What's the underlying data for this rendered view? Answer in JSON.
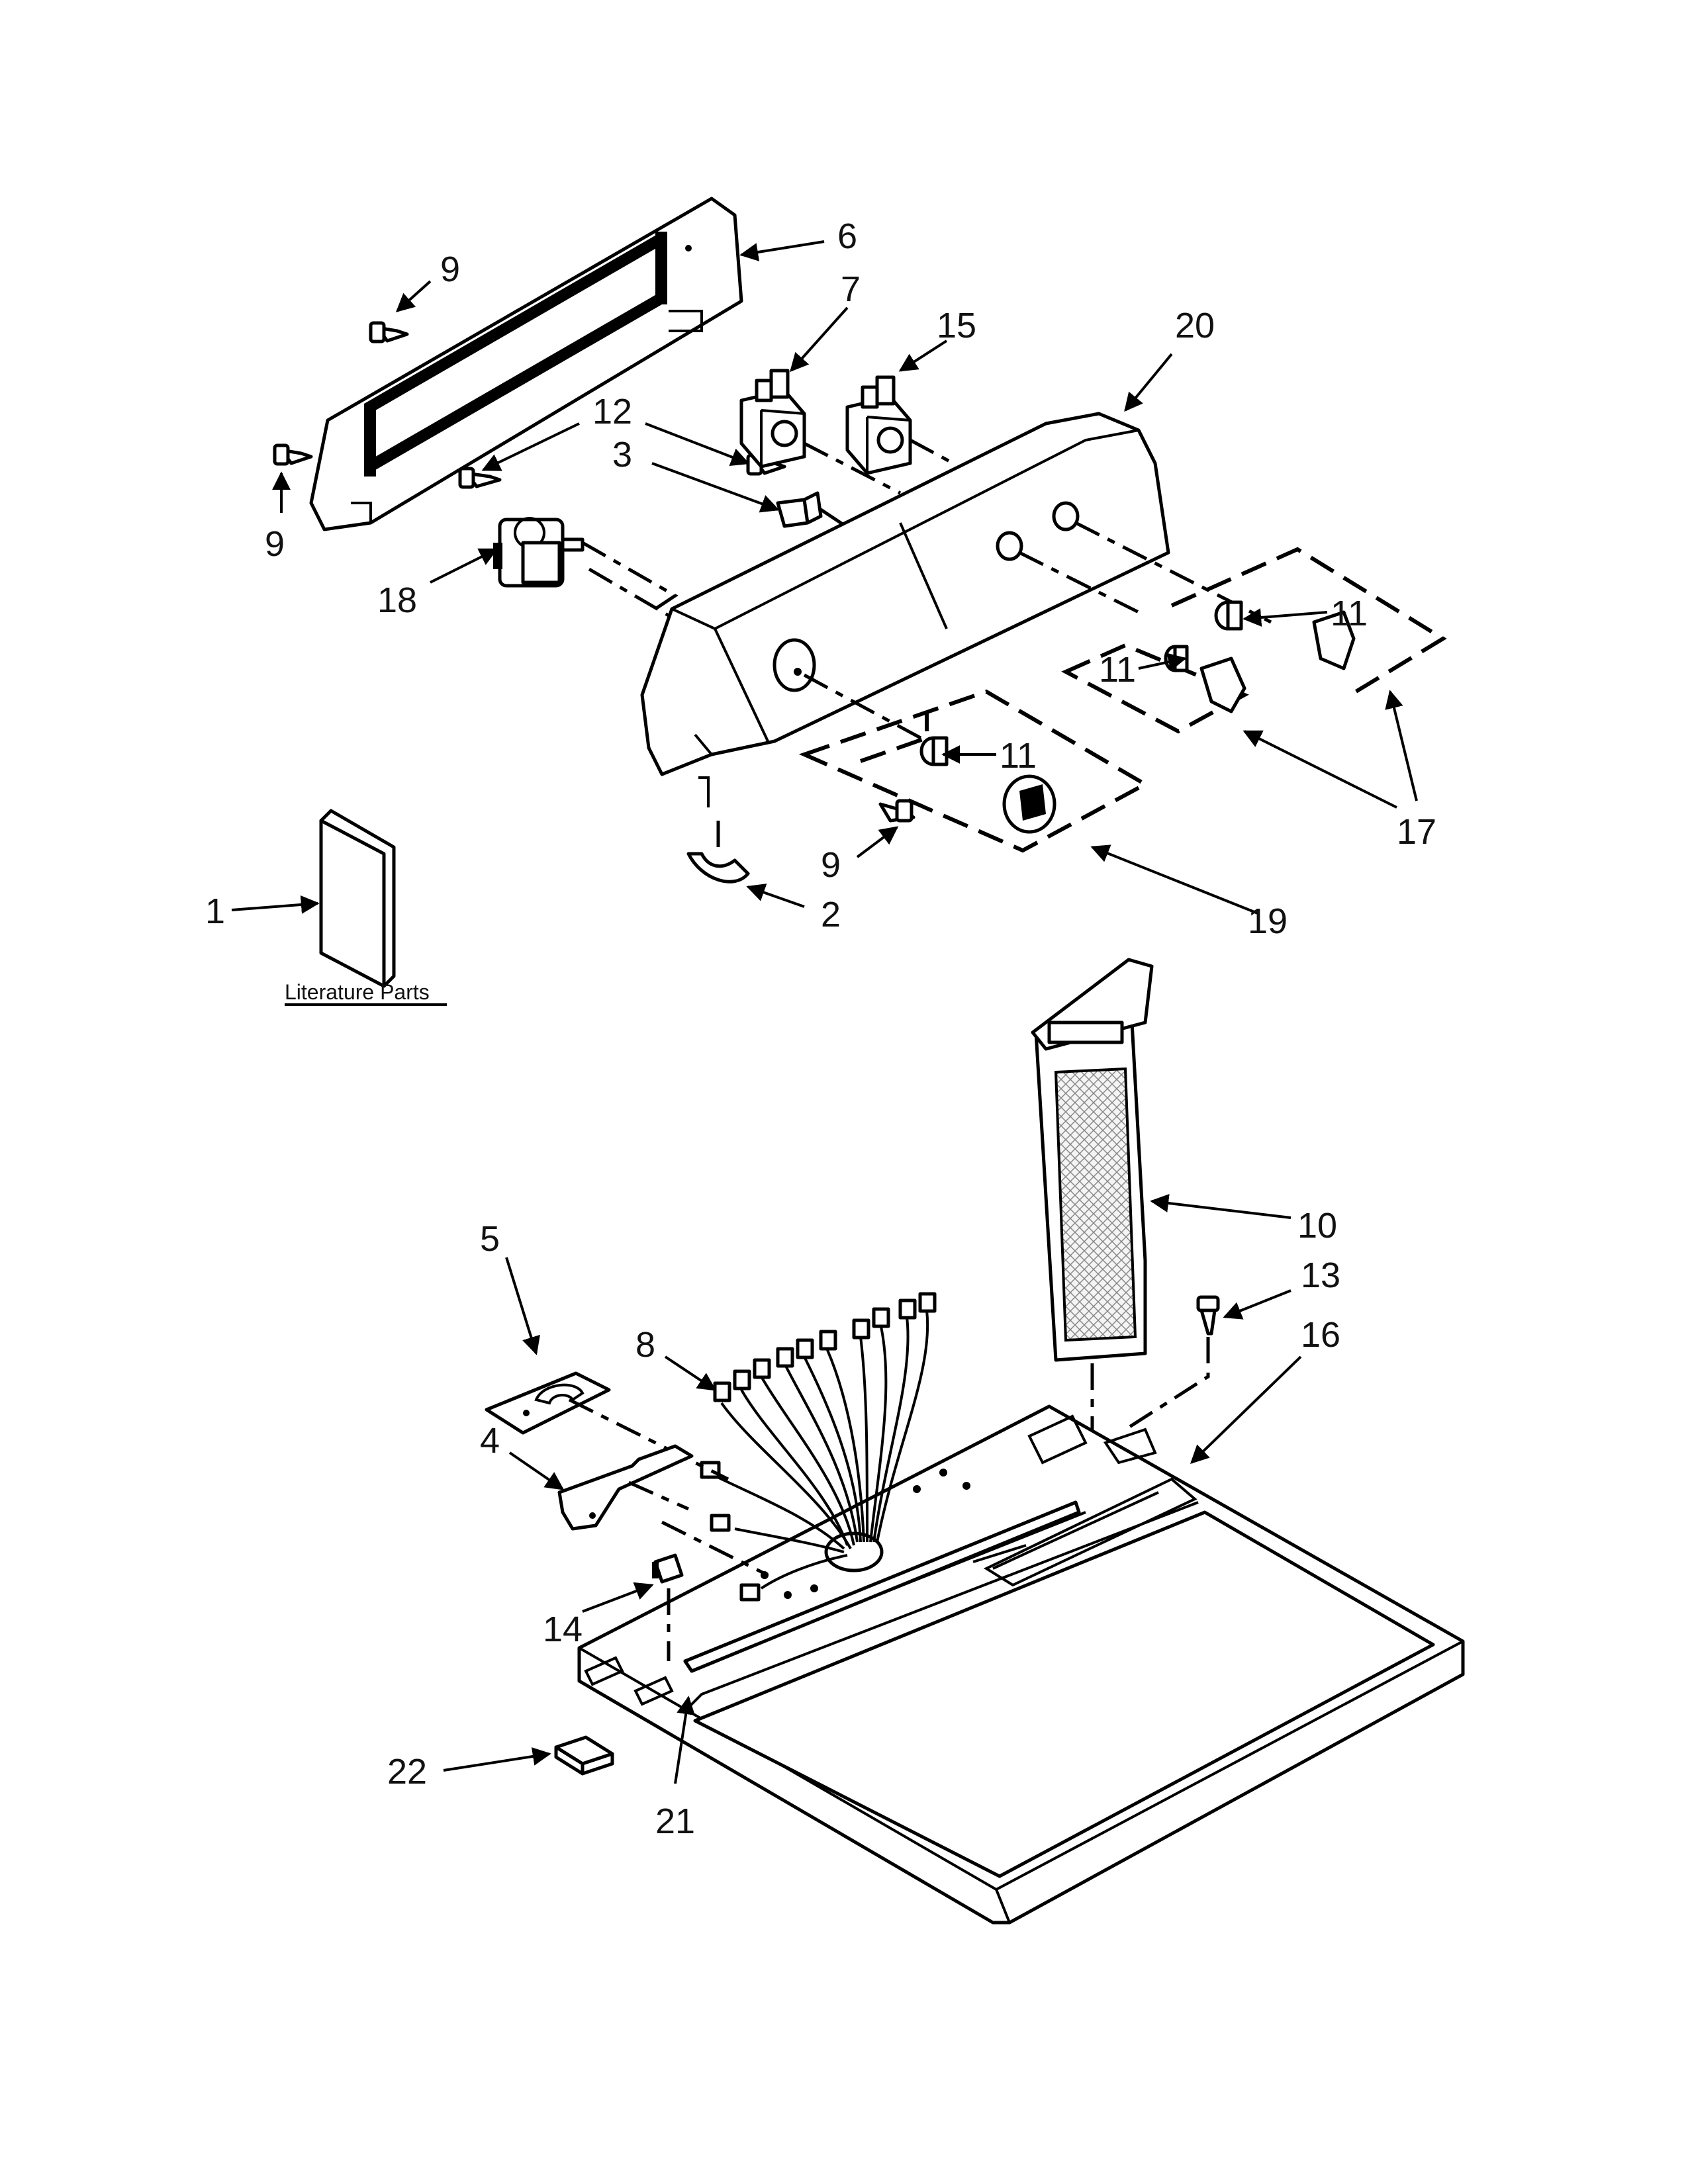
{
  "callouts": [
    {
      "id": "c1",
      "text": "1"
    },
    {
      "id": "c2",
      "text": "2"
    },
    {
      "id": "c3",
      "text": "3"
    },
    {
      "id": "c4",
      "text": "4"
    },
    {
      "id": "c5",
      "text": "5"
    },
    {
      "id": "c6",
      "text": "6"
    },
    {
      "id": "c7",
      "text": "7"
    },
    {
      "id": "c8",
      "text": "8"
    },
    {
      "id": "c9a",
      "text": "9"
    },
    {
      "id": "c9b",
      "text": "9"
    },
    {
      "id": "c9c",
      "text": "9"
    },
    {
      "id": "c10",
      "text": "10"
    },
    {
      "id": "c11a",
      "text": "11"
    },
    {
      "id": "c11b",
      "text": "11"
    },
    {
      "id": "c11c",
      "text": "11"
    },
    {
      "id": "c12",
      "text": "12"
    },
    {
      "id": "c13",
      "text": "13"
    },
    {
      "id": "c14",
      "text": "14"
    },
    {
      "id": "c15",
      "text": "15"
    },
    {
      "id": "c16",
      "text": "16"
    },
    {
      "id": "c17",
      "text": "17"
    },
    {
      "id": "c18",
      "text": "18"
    },
    {
      "id": "c19",
      "text": "19"
    },
    {
      "id": "c20",
      "text": "20"
    },
    {
      "id": "c21",
      "text": "21"
    },
    {
      "id": "c22",
      "text": "22"
    }
  ],
  "literature_label": "Literature Parts"
}
